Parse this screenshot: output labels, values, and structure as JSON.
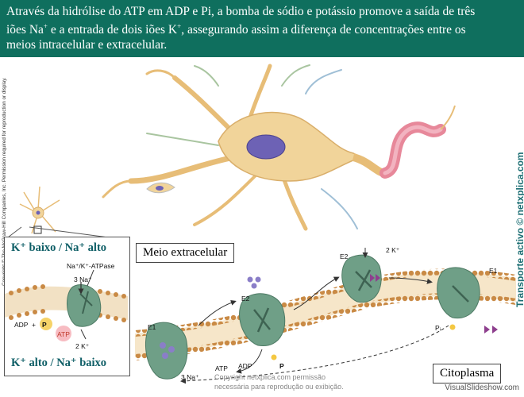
{
  "banner": {
    "line1": "Através da hidrólise do ATP em ADP e Pi, a bomba de sódio e potássio promove a saída de três",
    "line2a": "iões Na",
    "line2b": " e a entrada de dois iões K",
    "line2c": ", assegurando assim a diferença de concentrações entre os",
    "line3": "meios intracelular e extracelular.",
    "sup": "+"
  },
  "side_copyright": "Copyright © The McGraw-Hill Companies, Inc. Permission required for reproduction or display.",
  "side_credit": "Transporte activo © netxplica.com",
  "inset": {
    "top": "K⁺ baixo / Na⁺ alto",
    "bottom": "K⁺ alto / Na⁺ baixo",
    "enzyme": "Na⁺/K⁺-ATPase",
    "na": "3 Na⁺",
    "k": "2 K⁺",
    "adp": "ADP",
    "plus": "+",
    "p": "P",
    "atp": "ATP"
  },
  "main": {
    "extra": "Meio extracelular",
    "cyto": "Citoplasma",
    "e1_left": "E1",
    "e2_mid": "E2",
    "e2_top": "E2",
    "e1_right": "E1",
    "k_top": "2 K⁺",
    "na_bottom": "3 Na⁺",
    "atp": "ATP",
    "adp": "ADP",
    "p": "P",
    "pi": "Pᵢ"
  },
  "watermark": {
    "line1": "Copyright netxplica.com permissão",
    "line2": "necessária para reprodução ou exibição."
  },
  "footer": "VisualSlideshow.com",
  "colors": {
    "banner": "#0f6f5e",
    "pump": "#6f9f87",
    "lipid": "#c98a45",
    "neuron": "#f1d49a",
    "nucleus": "#6d62b5"
  }
}
